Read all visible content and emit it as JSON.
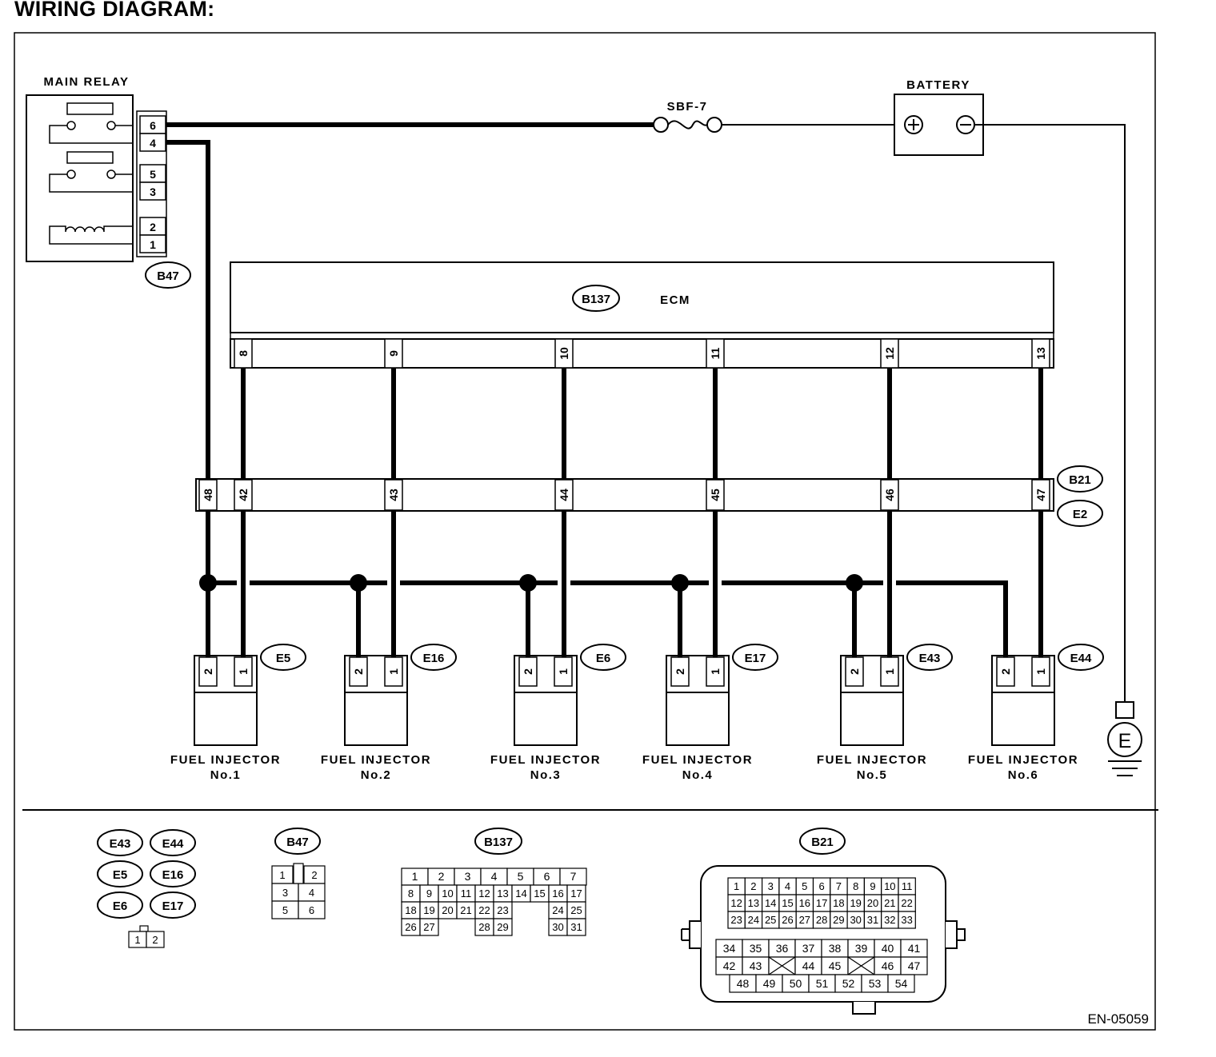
{
  "title": "WIRING DIAGRAM:",
  "main_relay": {
    "label": "MAIN RELAY",
    "connector": "B47",
    "pins": [
      "6",
      "4",
      "5",
      "3",
      "2",
      "1"
    ]
  },
  "fuse": "SBF-7",
  "battery": {
    "label": "BATTERY",
    "plus": "⊕",
    "minus": "⊖"
  },
  "ecm": {
    "label": "ECM",
    "connector": "B137",
    "pins": [
      "8",
      "9",
      "10",
      "11",
      "12",
      "13"
    ]
  },
  "joint_connector": {
    "tags": [
      "B21",
      "E2"
    ],
    "pins": [
      "48",
      "42",
      "43",
      "44",
      "45",
      "46",
      "47"
    ]
  },
  "injectors": [
    {
      "connector": "E5",
      "pins": [
        "2",
        "1"
      ],
      "name": "FUEL INJECTOR",
      "number": "No.1"
    },
    {
      "connector": "E16",
      "pins": [
        "2",
        "1"
      ],
      "name": "FUEL INJECTOR",
      "number": "No.2"
    },
    {
      "connector": "E6",
      "pins": [
        "2",
        "1"
      ],
      "name": "FUEL INJECTOR",
      "number": "No.3"
    },
    {
      "connector": "E17",
      "pins": [
        "2",
        "1"
      ],
      "name": "FUEL INJECTOR",
      "number": "No.4"
    },
    {
      "connector": "E43",
      "pins": [
        "2",
        "1"
      ],
      "name": "FUEL INJECTOR",
      "number": "No.5"
    },
    {
      "connector": "E44",
      "pins": [
        "2",
        "1"
      ],
      "name": "FUEL INJECTOR",
      "number": "No.6"
    }
  ],
  "ground": "E",
  "legend": {
    "injector_tags": [
      "E43",
      "E44",
      "E5",
      "E16",
      "E6",
      "E17"
    ],
    "injector_pins": [
      "1",
      "2"
    ],
    "b47": {
      "tag": "B47",
      "rows": [
        [
          "1",
          "2"
        ],
        [
          "3",
          "4"
        ],
        [
          "5",
          "6"
        ]
      ]
    },
    "b137": {
      "tag": "B137",
      "row1": [
        "1",
        "2",
        "3",
        "4",
        "5",
        "6",
        "7"
      ],
      "rows": [
        [
          "8",
          "9",
          "10",
          "11",
          "12",
          "13",
          "14",
          "15",
          "16",
          "17"
        ],
        [
          "18",
          "19",
          "20",
          "21",
          "22",
          "23",
          "",
          "",
          "24",
          "25"
        ],
        [
          "26",
          "27",
          "",
          "",
          "28",
          "29",
          "",
          "",
          "30",
          "31"
        ]
      ]
    },
    "b21": {
      "tag": "B21",
      "top_rows": [
        [
          "1",
          "2",
          "3",
          "4",
          "5",
          "6",
          "7",
          "8",
          "9",
          "10",
          "11"
        ],
        [
          "12",
          "13",
          "14",
          "15",
          "16",
          "17",
          "18",
          "19",
          "20",
          "21",
          "22"
        ],
        [
          "23",
          "24",
          "25",
          "26",
          "27",
          "28",
          "29",
          "30",
          "31",
          "32",
          "33"
        ]
      ],
      "bottom_rows": [
        [
          "34",
          "35",
          "36",
          "37",
          "38",
          "39",
          "40",
          "41"
        ],
        [
          "42",
          "43",
          "X",
          "44",
          "45",
          "X",
          "46",
          "47"
        ],
        [
          "48",
          "49",
          "50",
          "51",
          "52",
          "53",
          "54"
        ]
      ]
    }
  },
  "figure_code": "EN-05059"
}
